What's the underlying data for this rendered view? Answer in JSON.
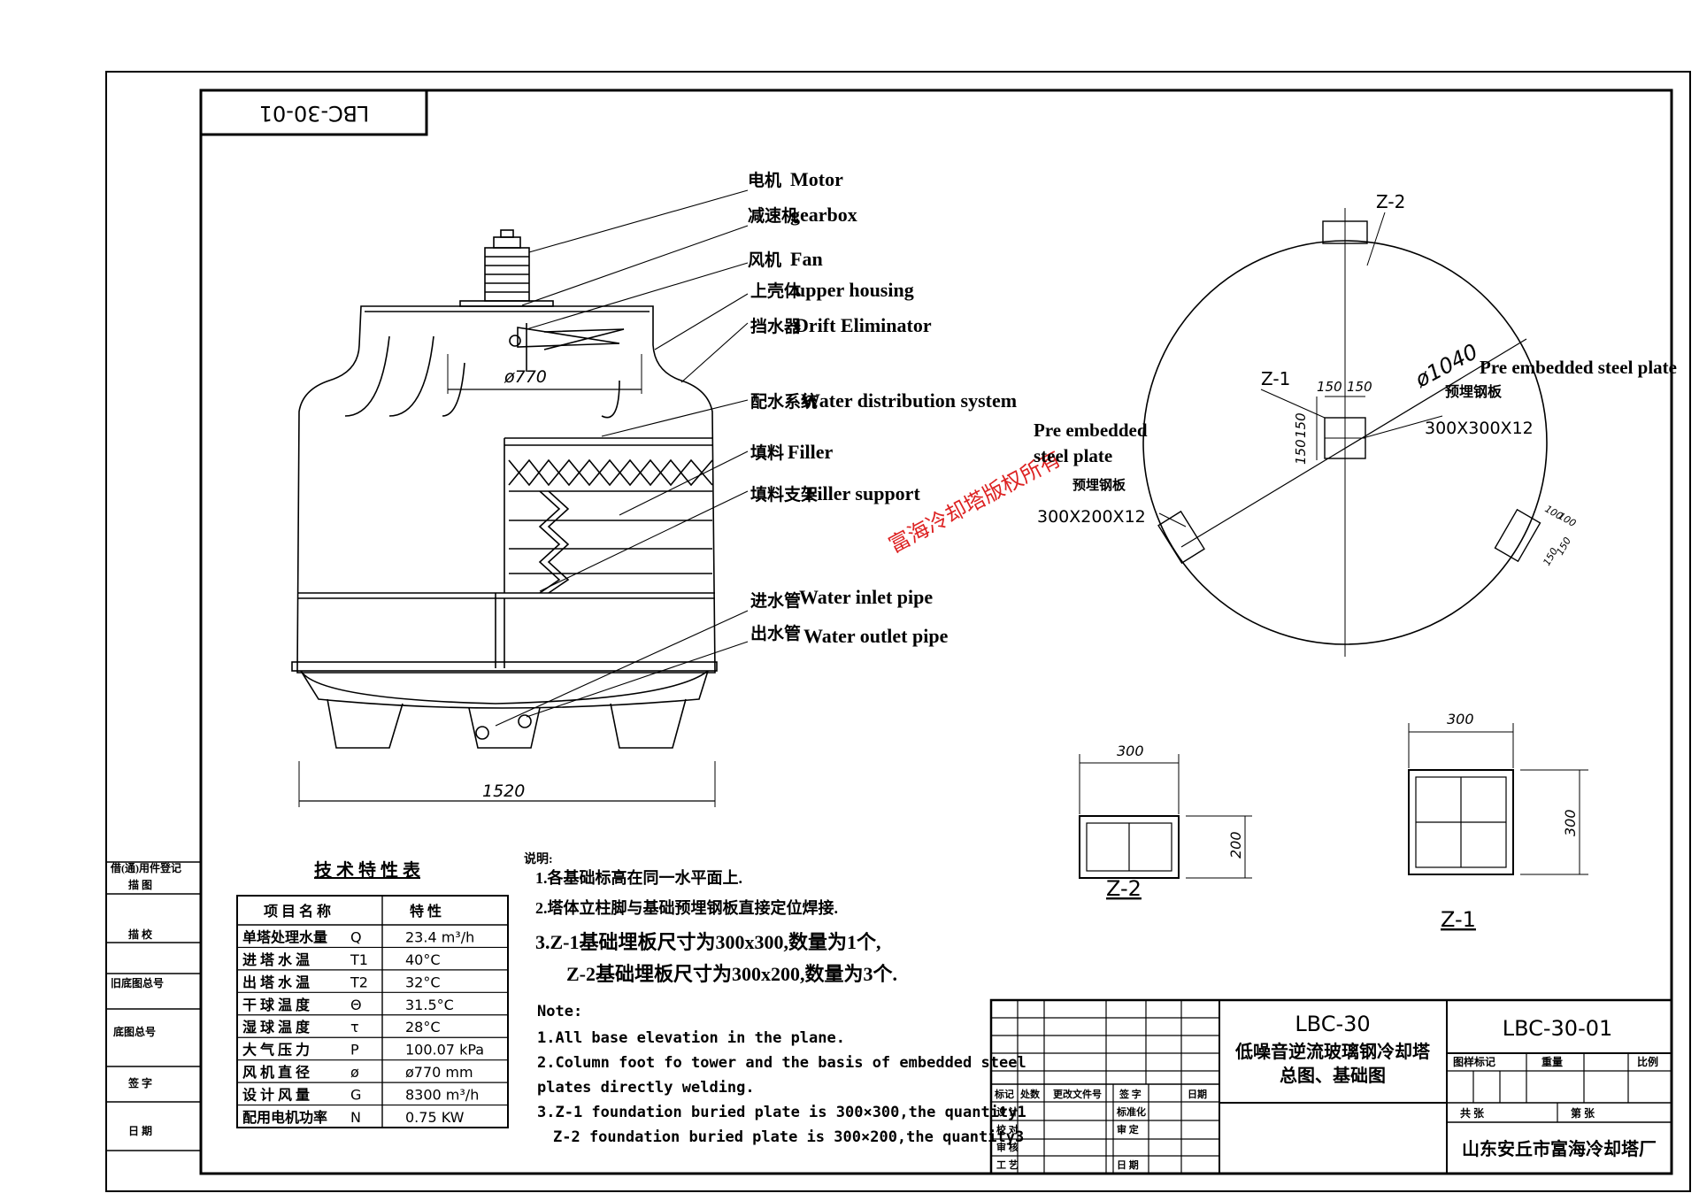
{
  "drawing_id_rotated": "LBC-30-01",
  "watermark": "富海冷却塔版权所有",
  "callouts": [
    {
      "cn": "电机",
      "en": "Motor"
    },
    {
      "cn": "减速机",
      "en": "gearbox"
    },
    {
      "cn": "风机",
      "en": "Fan"
    },
    {
      "cn": "上壳体",
      "en": "upper housing"
    },
    {
      "cn": "挡水器",
      "en": "Drift Eliminator"
    },
    {
      "cn": "配水系统",
      "en": "Water distribution system"
    },
    {
      "cn": "填料",
      "en": "Filler"
    },
    {
      "cn": "填料支架",
      "en": "Filler support"
    },
    {
      "cn": "进水管",
      "en": "Water inlet pipe"
    },
    {
      "cn": "出水管",
      "en": "Water outlet pipe"
    }
  ],
  "dims": {
    "fan_diameter": "ø770",
    "tower_width": "1520",
    "circle_diameter": "ø1040",
    "z1_offset_a": "150",
    "z1_offset_b": "150",
    "z1_offset_c": "150",
    "z1_offset_d": "150",
    "z2_small_a": "100",
    "z2_small_b": "100",
    "z2_small_c": "150",
    "z2_small_d": "150",
    "z2_w": "300",
    "z2_h": "200",
    "z1_w": "300",
    "z1_h": "300"
  },
  "plan": {
    "label_z1": "Z-1",
    "label_z2": "Z-2",
    "right_plate_en": "Pre embedded steel plate",
    "right_plate_cn": "预埋钢板",
    "right_plate_size": "300X300X12",
    "left_plate_en1": "Pre embedded",
    "left_plate_en2": "steel plate",
    "left_plate_cn": "预埋钢板",
    "left_plate_size": "300X200X12"
  },
  "details": {
    "z2_caption": "Z-2",
    "z1_caption": "Z-1"
  },
  "spec_table": {
    "title": "技 术 特 性 表",
    "header_item": "项 目 名 称",
    "header_char": "特 性",
    "rows": [
      {
        "name": "单塔处理水量",
        "sym": "Q",
        "val": "23.4 m³/h"
      },
      {
        "name": "进 塔 水 温",
        "sym": "T1",
        "val": "40°C"
      },
      {
        "name": "出 塔 水 温",
        "sym": "T2",
        "val": "32°C"
      },
      {
        "name": "干 球 温 度",
        "sym": "Θ",
        "val": "31.5°C"
      },
      {
        "name": "湿 球 温 度",
        "sym": "τ",
        "val": "28°C"
      },
      {
        "name": "大 气 压 力",
        "sym": "P",
        "val": "100.07 kPa"
      },
      {
        "name": "风 机 直 径",
        "sym": "ø",
        "val": "ø770 mm"
      },
      {
        "name": "设 计 风 量",
        "sym": "G",
        "val": "8300 m³/h"
      },
      {
        "name": "配用电机功率",
        "sym": "N",
        "val": "0.75 KW"
      }
    ]
  },
  "notes_cn": {
    "title": "说明:",
    "l1": "1.各基础标高在同一水平面上.",
    "l2": "2.塔体立柱脚与基础预埋钢板直接定位焊接.",
    "l3": "3.Z-1基础埋板尺寸为300x300,数量为1个,",
    "l4": "Z-2基础埋板尺寸为300x200,数量为3个."
  },
  "notes_en": {
    "title": "Note:",
    "l1": "1.All base elevation in the plane.",
    "l2": "2.Column foot fo tower and the basis of embedded steel",
    "l3": "plates directly welding.",
    "l4": "3.Z-1 foundation buried plate is 300×300,the quantity1",
    "l5": "Z-2 foundation buried plate is 300×200,the quantity3"
  },
  "left_strip": [
    "借(通)用件登记",
    "描 图",
    "描 校",
    "旧底图总号",
    "底图总号",
    "签 字",
    "日 期"
  ],
  "title_block": {
    "model": "LBC-30",
    "name1": "低噪音逆流玻璃钢冷却塔",
    "name2": "总图、基础图",
    "drawing_no": "LBC-30-01",
    "stage": "图样标记",
    "weight": "重量",
    "scale": "比例",
    "sheets_total": "共 张",
    "sheet_no": "第 张",
    "company": "山东安丘市富海冷却塔厂",
    "rev_headers": [
      "标记",
      "处数",
      "更改文件号",
      "签 字",
      "日期"
    ],
    "roles": [
      "设 计",
      "校 对",
      "审 核",
      "工 艺"
    ],
    "roles2": [
      "标准化",
      "审 定",
      "日 期"
    ]
  }
}
